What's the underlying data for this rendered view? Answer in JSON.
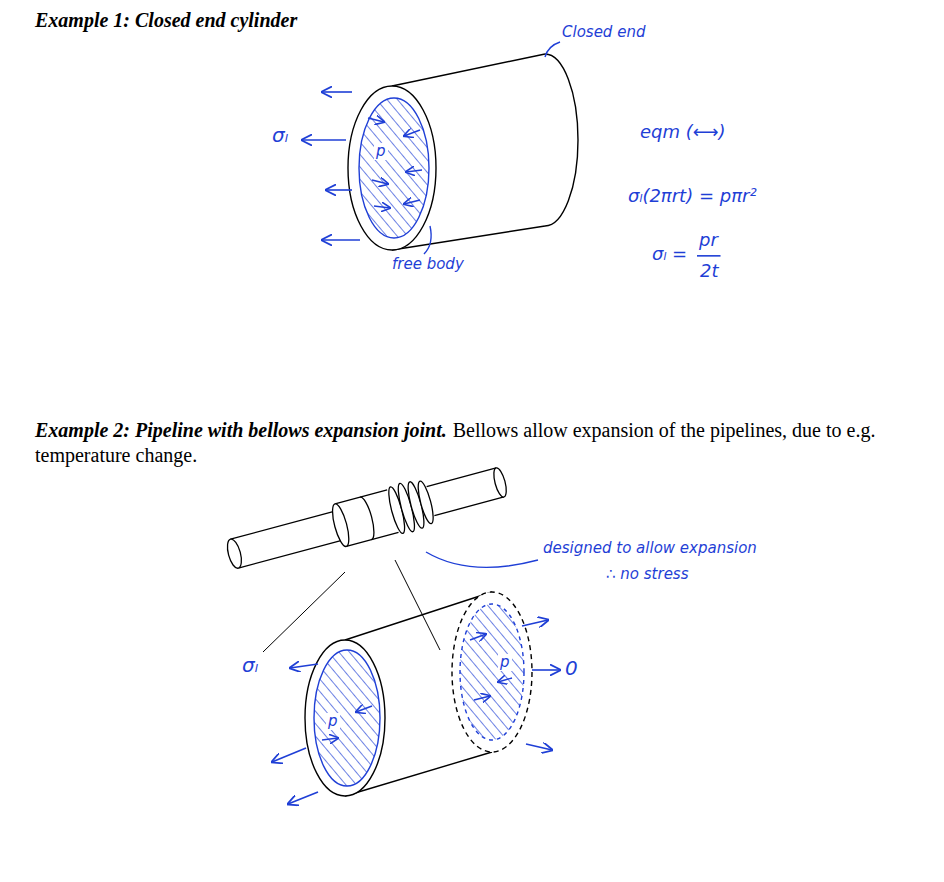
{
  "diagram": {
    "labels": [
      "Example 1: Closed end cylinder",
      "Closed end",
      "σₗ",
      "p",
      "free body",
      "eqm (⟷)",
      "σₗ(2πrt) = pπr²",
      "σₗ =",
      "pr",
      "2t",
      "Example 2: Pipeline with bellows expansion joint.",
      "Bellows allow expansion of the pipelines, due to e.g. temperature change.",
      "designed to allow expansion",
      "∴ no stress",
      "σₗ",
      "p",
      "p",
      "0"
    ]
  }
}
